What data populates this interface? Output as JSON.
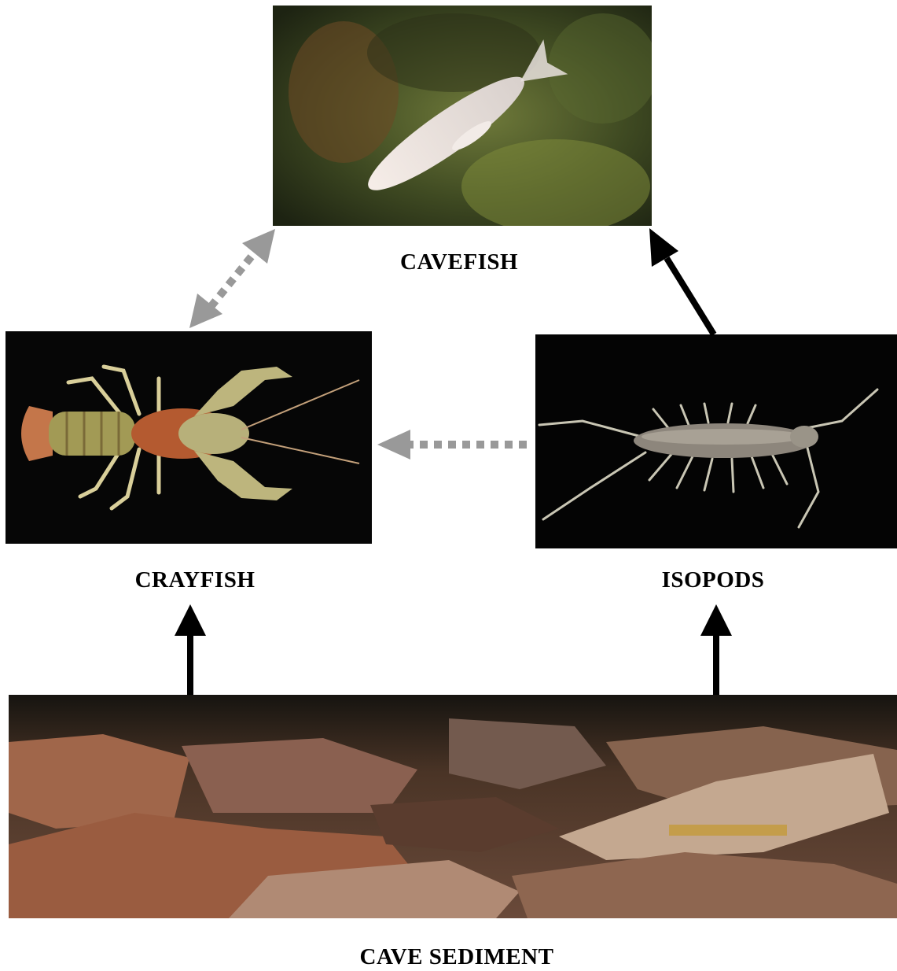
{
  "nodes": {
    "cavefish": {
      "label": "CAVEFISH"
    },
    "crayfish": {
      "label": "CRAYFISH"
    },
    "isopods": {
      "label": "ISOPODS"
    },
    "sediment": {
      "label": "CAVE SEDIMENT"
    }
  },
  "colors": {
    "solid_arrow": "#000000",
    "dashed_arrow": "#999999",
    "background": "#ffffff"
  }
}
